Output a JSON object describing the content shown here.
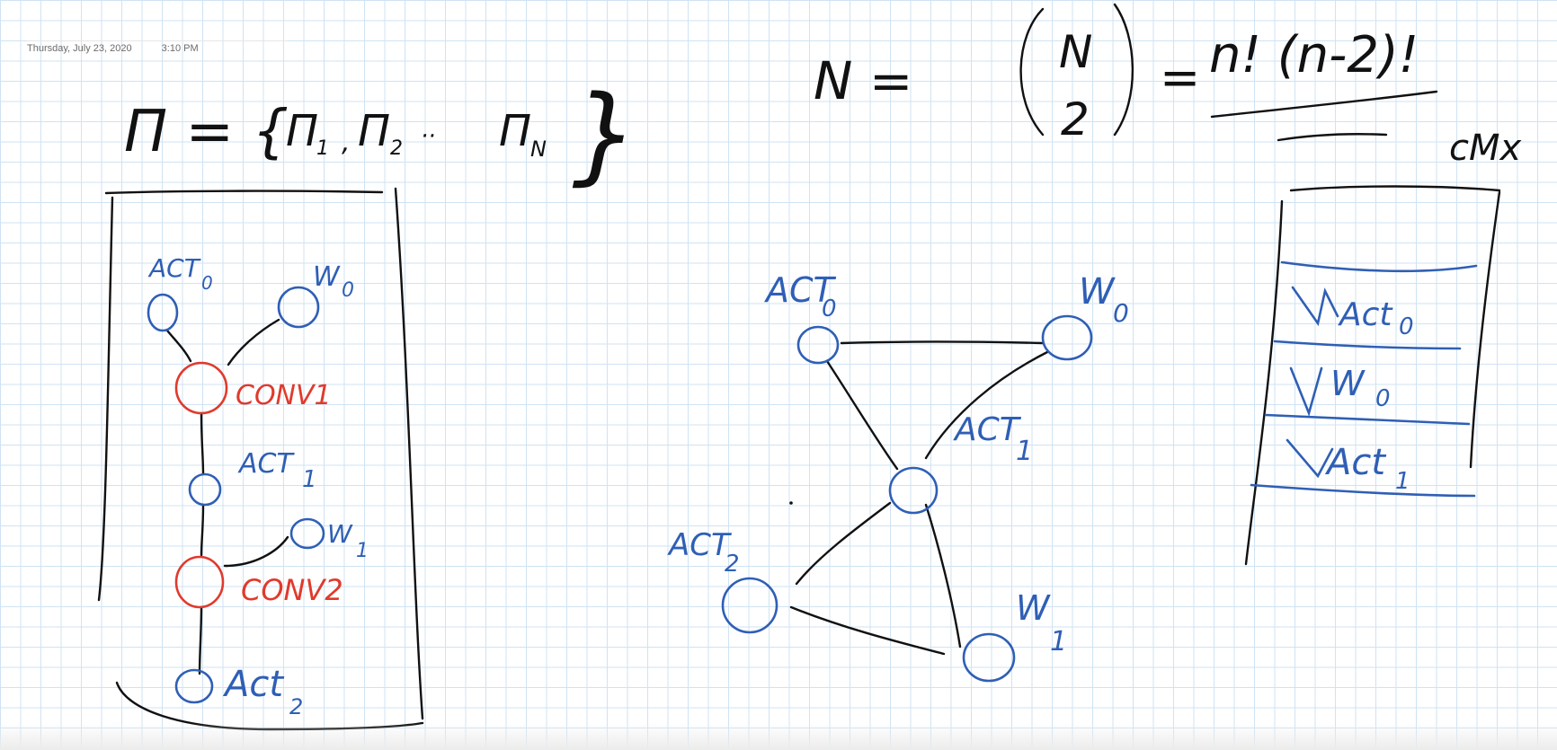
{
  "header": {
    "date": "Thursday, July 23, 2020",
    "time": "3:10 PM"
  },
  "formulas": {
    "set_left": "Π = {",
    "pi1": "Π",
    "pi1_sub": "1",
    "comma": ",",
    "pi2": "Π",
    "pi2_sub": "2",
    "dots": "··",
    "piN": "Π",
    "piN_sub": "N",
    "set_right": "}",
    "n_eq_lhs": "N  =",
    "binom_top": "N",
    "binom_bottom": "2",
    "eq": "=",
    "frac_num": "n! (n-2)!",
    "corner_label": "cMx"
  },
  "left_graph": {
    "act0": "ACT",
    "act0_sub": "0",
    "w0": "W",
    "w0_sub": "0",
    "conv1": "CONV1",
    "act1": "ACT",
    "act1_sub": "1",
    "w1": "W",
    "w1_sub": "1",
    "conv2": "CONV2",
    "act2": "Act",
    "act2_sub": "2"
  },
  "mid_graph": {
    "act0": "ACT",
    "act0_sub": "0",
    "w0": "W",
    "w0_sub": "0",
    "act1": "ACT",
    "act1_sub": "1",
    "act2": "ACT",
    "act2_sub": "2",
    "w1": "W",
    "w1_sub": "1"
  },
  "stack": {
    "item0": "Act",
    "item0_sub": "0",
    "item1": "W",
    "item1_sub": "0",
    "item2": "Act",
    "item2_sub": "1"
  },
  "colors": {
    "ink_black": "#111111",
    "ink_blue": "#2f5fb5",
    "ink_red": "#e03a2c",
    "grid": "#cfe3f3"
  }
}
